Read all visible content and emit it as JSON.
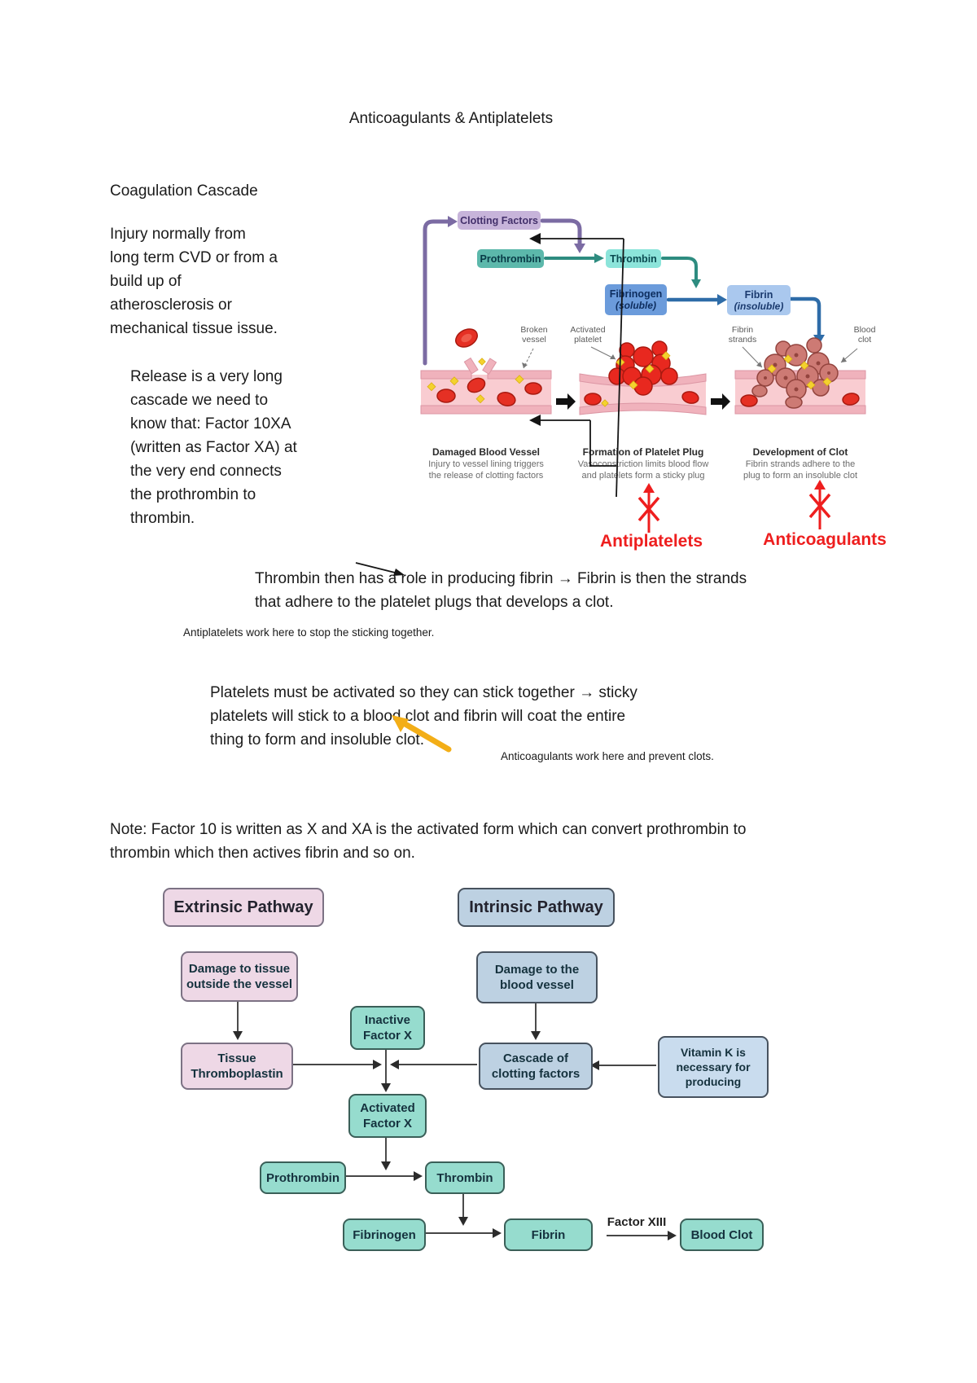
{
  "document": {
    "title": "Anticoagulants & Antiplatelets",
    "heading": "Coagulation Cascade",
    "paragraphs": {
      "injury": "Injury normally from\nlong term CVD or from a\nbuild up of\natherosclerosis or\nmechanical tissue issue.",
      "release": "Release is a very long\ncascade we need to\nknow that: Factor 10XA\n(written as Factor XA) at\nthe very end connects\nthe prothrombin to\nthrombin.",
      "thrombin_role": "Thrombin then has a role in producing fibrin → Fibrin is then the strands\nthat adhere to the platelet plugs that develops a clot.",
      "antiplatelets_note": "Antiplatelets work here to stop the sticking together.",
      "platelets": "Platelets must be activated so they can stick together → sticky\nplatelets will stick to a blood clot and fibrin will coat the entire\nthing to form and insoluble clot.",
      "anticoagulants_note": "Anticoagulants work here and prevent clots.",
      "note": "Note: Factor 10 is written as X and XA is the activated form which can convert prothrombin to\nthrombin which then actives fibrin and so on."
    }
  },
  "cascade_diagram": {
    "nodes": {
      "clotting_factors": "Clotting Factors",
      "prothrombin": "Prothrombin",
      "thrombin": "Thrombin",
      "fibrinogen": "Fibrinogen",
      "fibrinogen_state": "(soluble)",
      "fibrin": "Fibrin",
      "fibrin_state": "(insoluble)"
    },
    "callouts": {
      "broken_vessel": "Broken\nvessel",
      "activated_platelet": "Activated\nplatelet",
      "fibrin_strands": "Fibrin\nstrands",
      "blood_clot": "Blood\nclot"
    },
    "panels": [
      {
        "title": "Damaged Blood Vessel",
        "desc": "Injury to vessel lining triggers\nthe release of clotting factors"
      },
      {
        "title": "Formation of Platelet Plug",
        "desc": "Vasoconstriction limits blood flow\nand platelets form a sticky plug"
      },
      {
        "title": "Development of Clot",
        "desc": "Fibrin strands adhere to the\nplug to form an insoluble clot"
      }
    ],
    "red_labels": {
      "antiplatelets": "Antiplatelets",
      "anticoagulants": "Anticoagulants"
    },
    "colors": {
      "clotting_factors_fill": "#c7b4da",
      "prothrombin_fill": "#5cb8ab",
      "thrombin_fill": "#8ce4da",
      "fibrinogen_fill": "#6b9bdb",
      "fibrin_fill": "#aac8ee",
      "purple_arrow": "#7b6ba3",
      "teal_arrow": "#2e8c80",
      "blue_arrow": "#2e6ca8",
      "red_annotation": "#ee1e1e",
      "orange_annotation": "#f3ae17"
    }
  },
  "pathway_diagram": {
    "headers": {
      "extrinsic": "Extrinsic Pathway",
      "intrinsic": "Intrinsic Pathway"
    },
    "boxes": {
      "damage_tissue": "Damage to tissue\noutside the vessel",
      "damage_vessel": "Damage to the\nblood vessel",
      "inactive_factor_x": "Inactive\nFactor X",
      "tissue_thromboplastin": "Tissue\nThromboplastin",
      "cascade_clotting": "Cascade of\nclotting factors",
      "vitamin_k": "Vitamin K is\nnecessary for\nproducing",
      "activated_factor_x": "Activated\nFactor X",
      "prothrombin": "Prothrombin",
      "thrombin": "Thrombin",
      "fibrinogen": "Fibrinogen",
      "factor_xiii": "Factor XIII",
      "fibrin": "Fibrin",
      "blood_clot": "Blood Clot"
    },
    "colors": {
      "pink_fill": "#eed8e6",
      "blue_fill": "#bdd1e2",
      "teal_fill": "#96dcce",
      "vitamin_fill": "#c9dcee"
    }
  }
}
